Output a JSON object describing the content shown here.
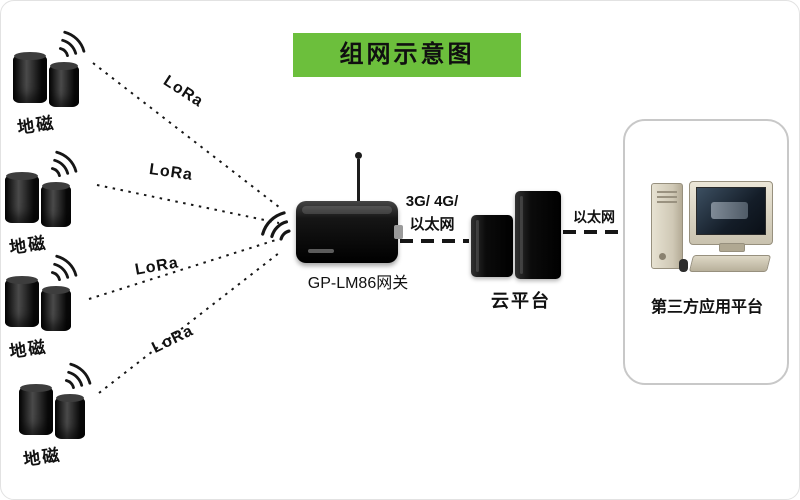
{
  "title": "组网示意图",
  "sensors": [
    {
      "label": "地磁"
    },
    {
      "label": "地磁"
    },
    {
      "label": "地磁"
    },
    {
      "label": "地磁"
    }
  ],
  "links": {
    "lora": [
      "LoRa",
      "LoRa",
      "LoRa",
      "LoRa"
    ],
    "gateway_to_cloud_line1": "3G/ 4G/",
    "gateway_to_cloud_line2": "以太网",
    "cloud_to_platform": "以太网"
  },
  "gateway": {
    "label": "GP-LM86网关"
  },
  "cloud": {
    "label": "云平台"
  },
  "third_party": {
    "label": "第三方应用平台"
  },
  "colors": {
    "title_bg": "#6cbf3c",
    "line": "#1a1a1a",
    "device_black": "#111111",
    "platform_border": "#c8c8c8"
  }
}
